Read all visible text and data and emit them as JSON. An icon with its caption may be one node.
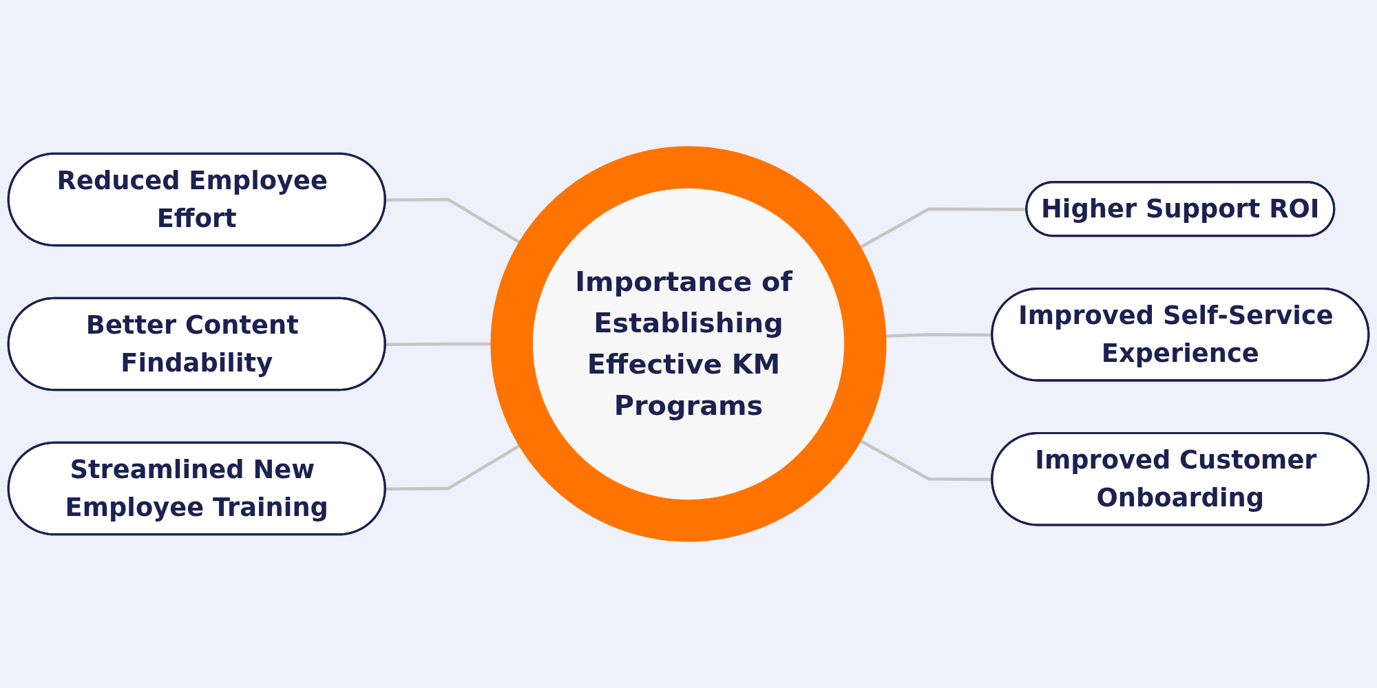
{
  "diagram": {
    "nodes": [
      {
        "text": [
          "Importance of Establishing",
          "Effective KM Programs"
        ]
      },
      {
        "text": [
          "Reduced Employee Effort"
        ]
      },
      {
        "text": [
          "Higher Support ROI"
        ]
      },
      {
        "text": [
          "Better Content Findability"
        ]
      },
      {
        "text": [
          "Improved Self-Service Experience"
        ]
      },
      {
        "text": [
          "Streamlined New Employee Training"
        ]
      },
      {
        "text": [
          "Improved Customer Onboarding"
        ]
      }
    ],
    "edges": [
      {
        "from": 1,
        "to": 0,
        "arrow": "none"
      },
      {
        "from": 0,
        "to": 2,
        "arrow": "none"
      },
      {
        "from": 3,
        "to": 0,
        "arrow": "none"
      },
      {
        "from": 0,
        "to": 4,
        "arrow": "none"
      },
      {
        "from": 5,
        "to": 0,
        "arrow": "none"
      },
      {
        "from": 0,
        "to": 6,
        "arrow": "none"
      }
    ]
  }
}
